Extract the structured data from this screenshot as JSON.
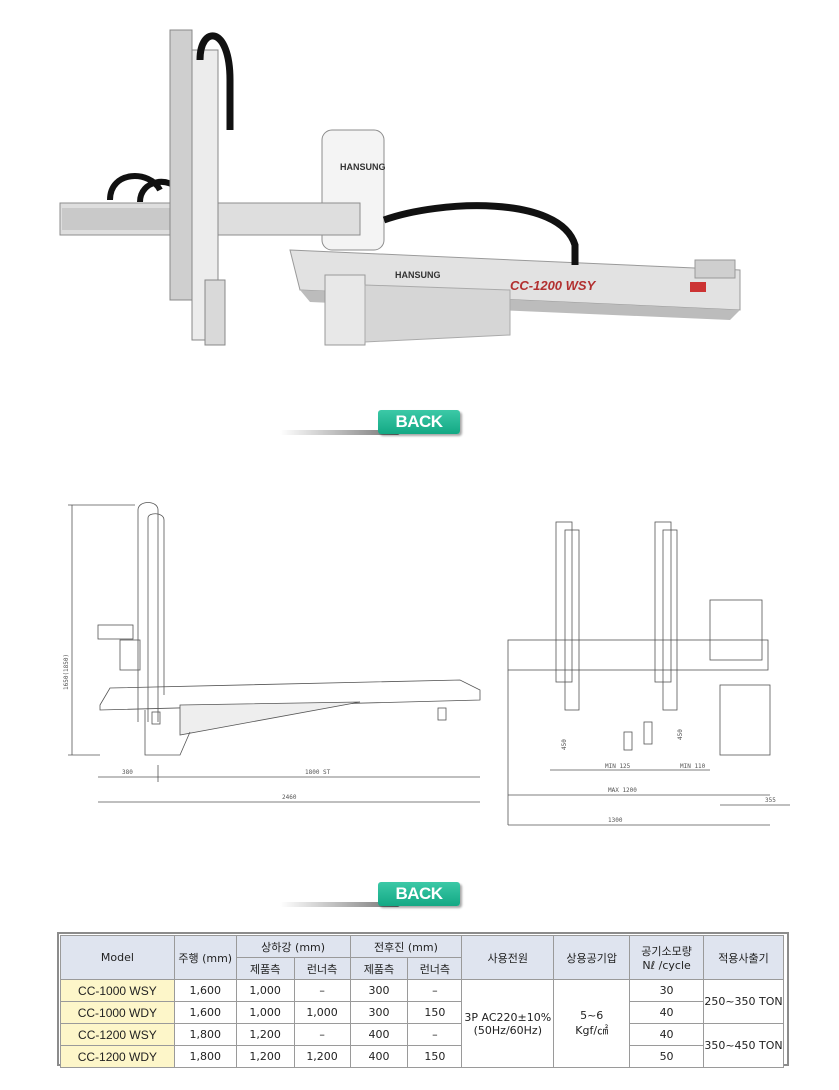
{
  "photo": {
    "brand": "HANSUNG",
    "model_label": "CC-1200 WSY"
  },
  "buttons": {
    "back_label": "BACK"
  },
  "drawing": {
    "height_dim": "1650(1850)",
    "d380": "380",
    "d1800": "1800 ST",
    "d2460": "2460",
    "d450a": "450",
    "d450b": "450",
    "min125": "MIN 125",
    "min110": "MIN 110",
    "max1200": "MAX 1200",
    "d355": "355",
    "d1300": "1300"
  },
  "table": {
    "headers": {
      "model": "Model",
      "travel": "주행 (mm)",
      "vertical": "상하강 (mm)",
      "forward": "전후진 (mm)",
      "power": "사용전원",
      "air": "상용공기압",
      "consumption": "공기소모량",
      "consumption_unit": "Nℓ /cycle",
      "machine": "적용사출기",
      "product_side": "제품측",
      "runner_side": "런너측"
    },
    "rows": [
      {
        "model": "CC-1000 WSY",
        "travel": "1,600",
        "v_prod": "1,000",
        "v_run": "–",
        "f_prod": "300",
        "f_run": "–",
        "consumption": "30"
      },
      {
        "model": "CC-1000 WDY",
        "travel": "1,600",
        "v_prod": "1,000",
        "v_run": "1,000",
        "f_prod": "300",
        "f_run": "150",
        "consumption": "40"
      },
      {
        "model": "CC-1200 WSY",
        "travel": "1,800",
        "v_prod": "1,200",
        "v_run": "–",
        "f_prod": "400",
        "f_run": "–",
        "consumption": "40"
      },
      {
        "model": "CC-1200 WDY",
        "travel": "1,800",
        "v_prod": "1,200",
        "v_run": "1,200",
        "f_prod": "400",
        "f_run": "150",
        "consumption": "50"
      }
    ],
    "power_line1": "3P AC220±10%",
    "power_line2": "(50Hz/60Hz)",
    "air_line1": "5~6",
    "air_line2": "Kgf/㎠",
    "machine_a": "250~350 TON",
    "machine_b": "350~450 TON"
  }
}
